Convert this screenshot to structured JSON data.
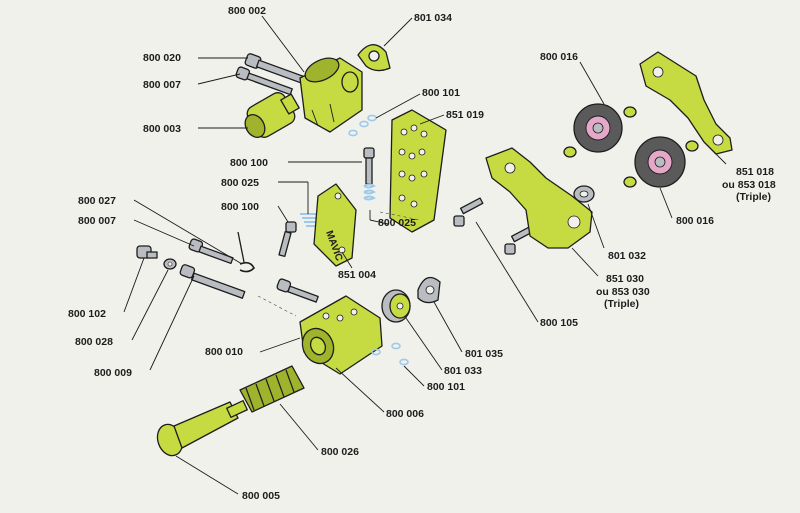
{
  "colors": {
    "part_green": "#c6da42",
    "part_green_shade": "#9fb42c",
    "pulley_grey": "#5a5a5a",
    "pulley_pink": "#e6a8c8",
    "clip_blue": "#9ec9ea",
    "metal_grey": "#b9bcc0",
    "line": "#1c1c1c",
    "background": "#f1f1ec"
  },
  "labels": {
    "p800002": "800 002",
    "p801034": "801 034",
    "p800020": "800 020",
    "p800007a": "800 007",
    "p800003": "800 003",
    "p800101a": "800 101",
    "p851019": "851 019",
    "p800016a": "800 016",
    "p851018": "851 018",
    "p853018": "ou 853 018",
    "p853018_note": "(Triple)",
    "p800100a": "800 100",
    "p800025a": "800 025",
    "p800100b": "800 100",
    "p800027": "800 027",
    "p800007b": "800 007",
    "p800025b": "800 025",
    "p851004": "851 004",
    "p800016b": "800 016",
    "p801032": "801 032",
    "p851030": "851 030",
    "p853030": "ou 853 030",
    "p853030_note": "(Triple)",
    "p800105": "800 105",
    "p800102": "800 102",
    "p800028": "800 028",
    "p800010": "800 010",
    "p801035": "801 035",
    "p801033": "801 033",
    "p800009": "800 009",
    "p800101b": "800 101",
    "p800006": "800 006",
    "p800026": "800 026",
    "p800005": "800 005",
    "brand_mark": "MAVIC"
  }
}
